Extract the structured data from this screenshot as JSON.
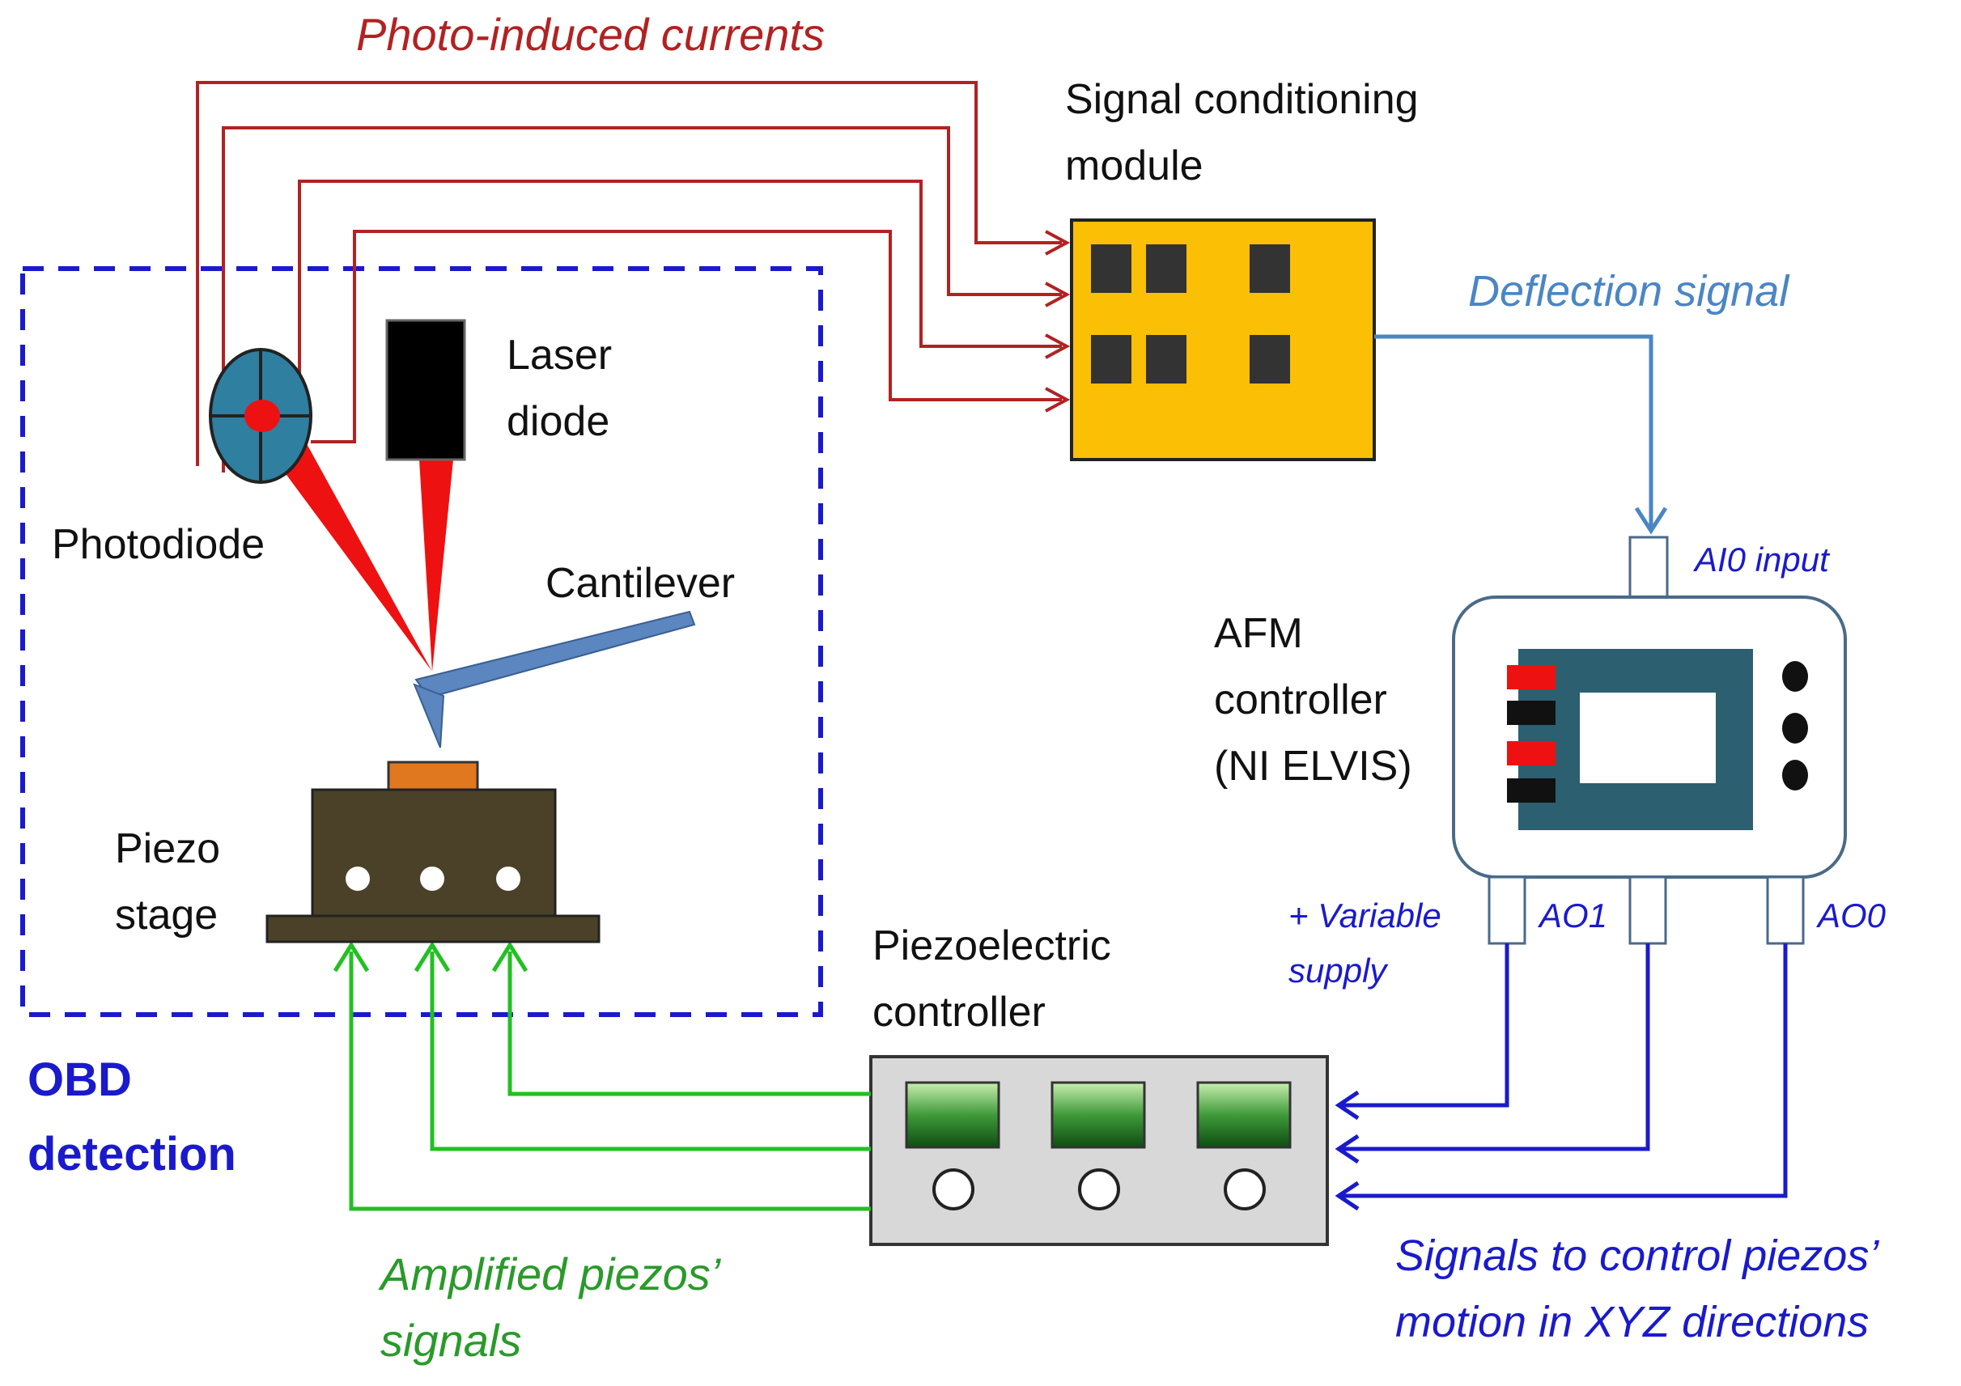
{
  "labels": {
    "photo_currents": "Photo-induced currents",
    "signal_module_line1": "Signal conditioning",
    "signal_module_line2": "module",
    "deflection_signal": "Deflection signal",
    "laser_line1": "Laser",
    "laser_line2": "diode",
    "photodiode": "Photodiode",
    "cantilever": "Cantilever",
    "piezo_line1": "Piezo",
    "piezo_line2": "stage",
    "ai0_input": "AI0 input",
    "afm_line1": "AFM",
    "afm_line2": "controller",
    "afm_line3": "(NI ELVIS)",
    "variable_line1": "+ Variable",
    "variable_line2": "supply",
    "ao1": "AO1",
    "ao0": "AO0",
    "piezoelectric_line1": "Piezoelectric",
    "piezoelectric_line2": "controller",
    "obd_line1": "OBD",
    "obd_line2": "detection",
    "amplified_line1": "Amplified piezos’",
    "amplified_line2": "signals",
    "signals_line1": "Signals to control piezos’",
    "signals_line2": "motion in XYZ directions"
  },
  "colors": {
    "photo_red": "#b22222",
    "deflection_blue": "#4a86c5",
    "control_blue": "#1a1acc",
    "green": "#22c022",
    "module_yellow": "#fbbf06",
    "stage_brown": "#4a4128",
    "sample_orange": "#e07820",
    "photodiode_teal": "#2e7fa0",
    "laser_red": "#ee1111",
    "cantilever_blue": "#5b86c0",
    "afm_screen": "#2c5f6f"
  }
}
